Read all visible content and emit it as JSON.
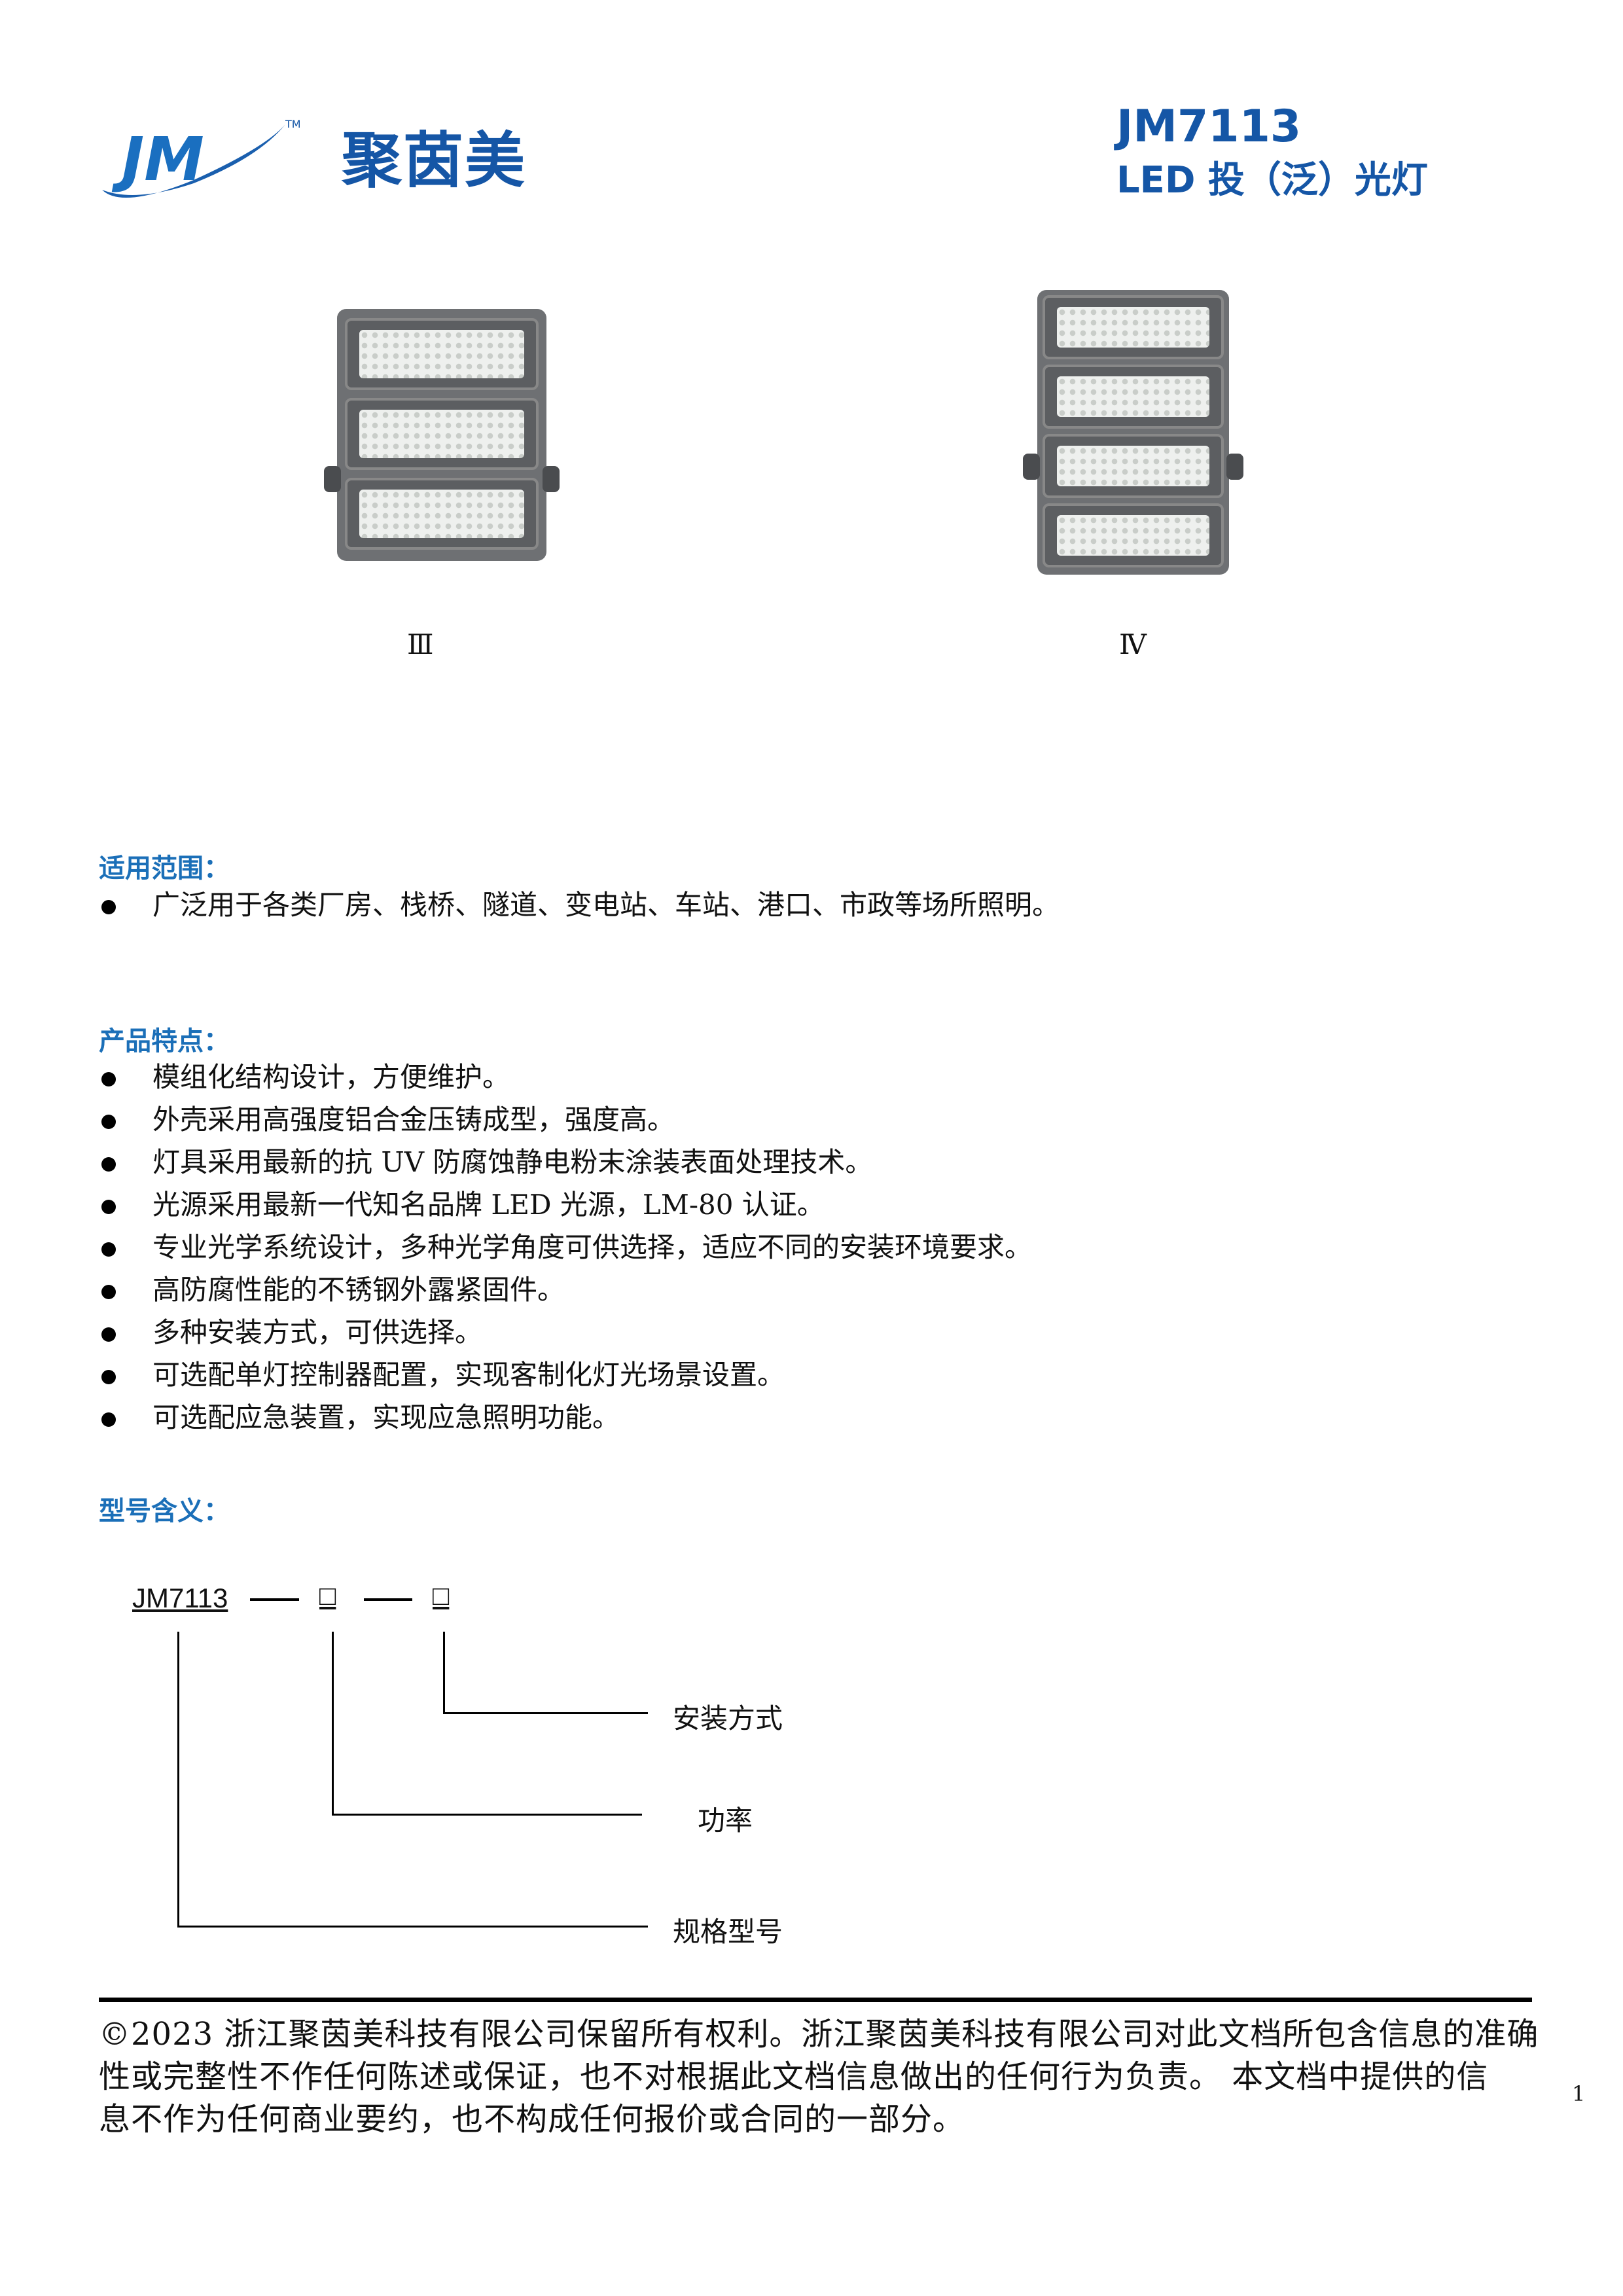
{
  "header": {
    "logo_text": "JM",
    "logo_tm": "TM",
    "brand": "聚茵美",
    "model": "JM7113",
    "subtitle": "LED 投（泛）光灯"
  },
  "products": [
    {
      "label": "Ⅲ"
    },
    {
      "label": "Ⅳ"
    }
  ],
  "scope": {
    "heading": "适用范围：",
    "items": [
      "广泛用于各类厂房、栈桥、隧道、变电站、车站、港口、市政等场所照明。"
    ]
  },
  "features": {
    "heading": "产品特点：",
    "items": [
      "模组化结构设计，方便维护。",
      "外壳采用高强度铝合金压铸成型，强度高。",
      "灯具采用最新的抗 UV 防腐蚀静电粉末涂装表面处理技术。",
      "光源采用最新一代知名品牌 LED 光源，LM-80 认证。",
      "专业光学系统设计，多种光学角度可供选择，适应不同的安装环境要求。",
      "高防腐性能的不锈钢外露紧固件。",
      "多种安装方式，可供选择。",
      "可选配单灯控制器配置，实现客制化灯光场景设置。",
      "可选配应急装置，实现应急照明功能。"
    ]
  },
  "model_meaning": {
    "heading": "型号含义：",
    "code": "JM7113",
    "dash": "—",
    "box": "□",
    "labels": [
      "安装方式",
      "功率",
      "规格型号"
    ]
  },
  "footer": {
    "lines": [
      "©2023  浙江聚茵美科技有限公司保留所有权利。浙江聚茵美科技有限公司对此文档所包含信息的准确",
      "性或完整性不作任何陈述或保证，也不对根据此文档信息做出的任何行为负责。  本文档中提供的信",
      "息不作为任何商业要约，也不构成任何报价或合同的一部分。"
    ],
    "page": "1"
  }
}
